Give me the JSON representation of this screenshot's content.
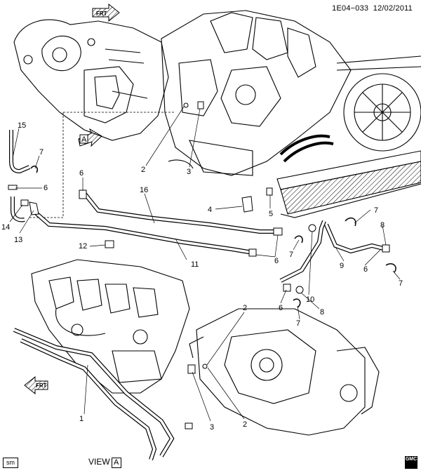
{
  "header": {
    "code": "1E04−033",
    "date": "12/02/2011"
  },
  "footer": {
    "sm_label": "sm",
    "view_label": "VIEW",
    "view_letter": "A",
    "brand_logo": "GMC"
  },
  "arrows": {
    "front_top": "FRT",
    "front_bottom": "FRT",
    "view_marker": "A"
  },
  "callouts": {
    "c15": "15",
    "c7a": "7",
    "c6a": "6",
    "c14": "14",
    "c13": "13",
    "c6b": "6",
    "c16": "16",
    "c12": "12",
    "c11": "11",
    "c2a": "2",
    "c3a": "3",
    "c4": "4",
    "c5": "5",
    "c6c": "6",
    "c7b": "7",
    "c7c": "7",
    "c8a": "8",
    "c6d": "6",
    "c9": "9",
    "c7d": "7",
    "c10": "10",
    "c6e": "6",
    "c8b": "8",
    "c7e": "7",
    "c2b": "2",
    "c3b": "3",
    "c1": "1"
  }
}
